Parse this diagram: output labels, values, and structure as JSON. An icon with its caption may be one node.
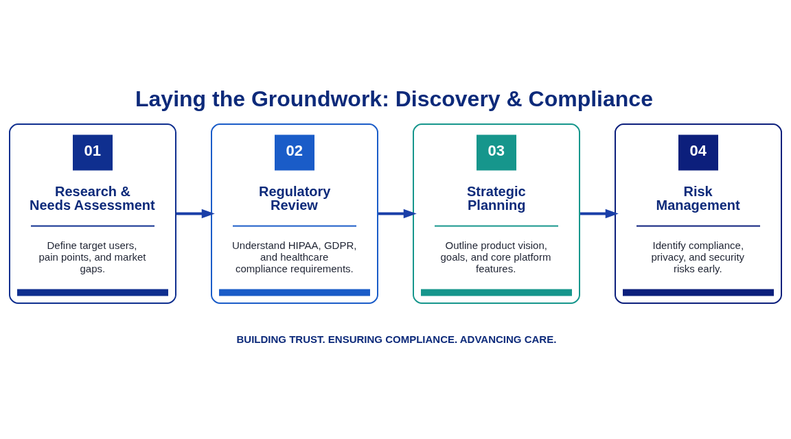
{
  "diagram": {
    "title": "Laying the Groundwork: Discovery & Compliance",
    "nodes": [
      {
        "text": [
          "01",
          "Research & Needs Assessment",
          "Define target users, pain points, and market gaps."
        ]
      },
      {
        "text": [
          "02",
          "Regulatory Review",
          "Understand HIPAA, GDPR, and healthcare compliance requirements."
        ]
      },
      {
        "text": [
          "03",
          "Strategic Planning",
          "Outline product vision, goals, and core platform features."
        ]
      },
      {
        "text": [
          "04",
          "Risk Management",
          "Identify compliance, privacy, and security risks early."
        ]
      }
    ],
    "edges": [
      {
        "from": 0,
        "to": 1,
        "arrow": "to"
      },
      {
        "from": 1,
        "to": 2,
        "arrow": "to"
      },
      {
        "from": 2,
        "to": 3,
        "arrow": "to"
      }
    ],
    "labels": [
      "BUILDING TRUST. ENSURING COMPLIANCE. ADVANCING CARE."
    ]
  }
}
